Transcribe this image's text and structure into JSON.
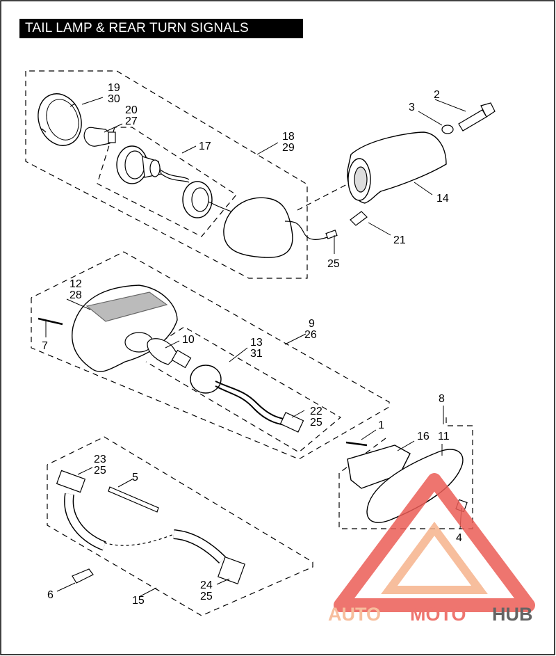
{
  "title": "TAIL LAMP & REAR TURN SIGNALS",
  "callouts": {
    "c1": "1",
    "c2": "2",
    "c3": "3",
    "c4": "4",
    "c5": "5",
    "c6": "6",
    "c7": "7",
    "c8": "8",
    "c9": "9",
    "c10": "10",
    "c11": "11",
    "c12": "12",
    "c13": "13",
    "c14": "14",
    "c15": "15",
    "c16": "16",
    "c17": "17",
    "c18": "18",
    "c19": "19",
    "c20": "20",
    "c21": "21",
    "c22": "22",
    "c23": "23",
    "c24": "24",
    "c25a": "25",
    "c25b": "25",
    "c25c": "25",
    "c25d": "25",
    "c26": "26",
    "c27": "27",
    "c28": "28",
    "c29": "29",
    "c30": "30",
    "c31": "31"
  },
  "watermark": {
    "part1": "AUTO",
    "part2": "MOTO",
    "part3": "HUB",
    "color_light": "#f6b38c",
    "color_red": "#ec5d57",
    "color_dark": "#4a4a4a"
  }
}
